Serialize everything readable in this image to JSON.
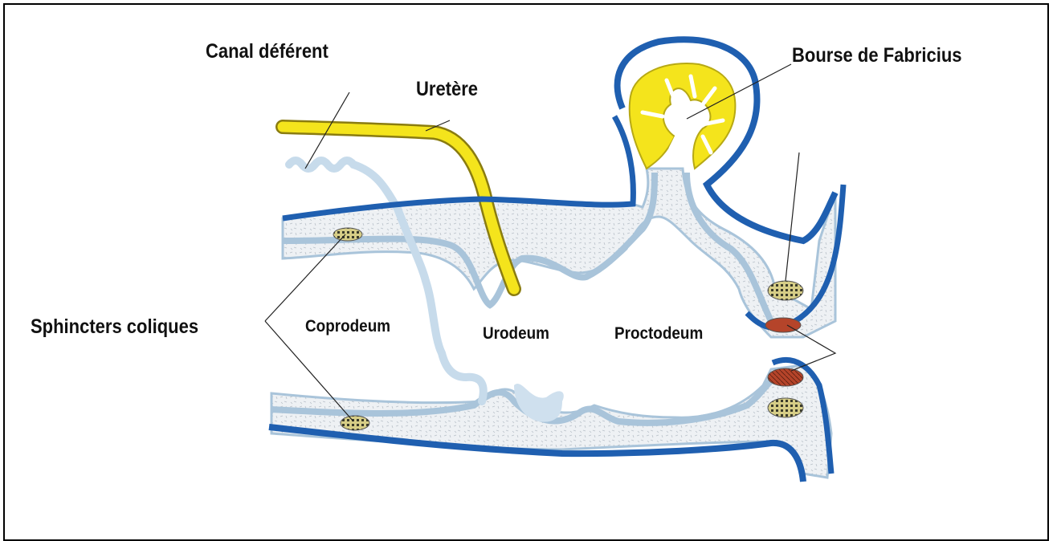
{
  "labels": {
    "canal_deferent": "Canal déférent",
    "uretere": "Uretère",
    "bourse_fabricius": "Bourse de Fabricius",
    "sphincters_coliques": "Sphincters coliques",
    "coprodeum": "Coprodeum",
    "urodeum": "Urodeum",
    "proctodeum": "Proctodeum"
  },
  "colors": {
    "wall_blue": "#1f5fb0",
    "mucosa_fill": "#e9eef2",
    "mucosa_edge": "#a9c4da",
    "ureter_yellow": "#f4e41c",
    "sphincter_colic": "#d8cf8a",
    "sphincter_anal": "#b5442a",
    "pointer": "#222222"
  }
}
